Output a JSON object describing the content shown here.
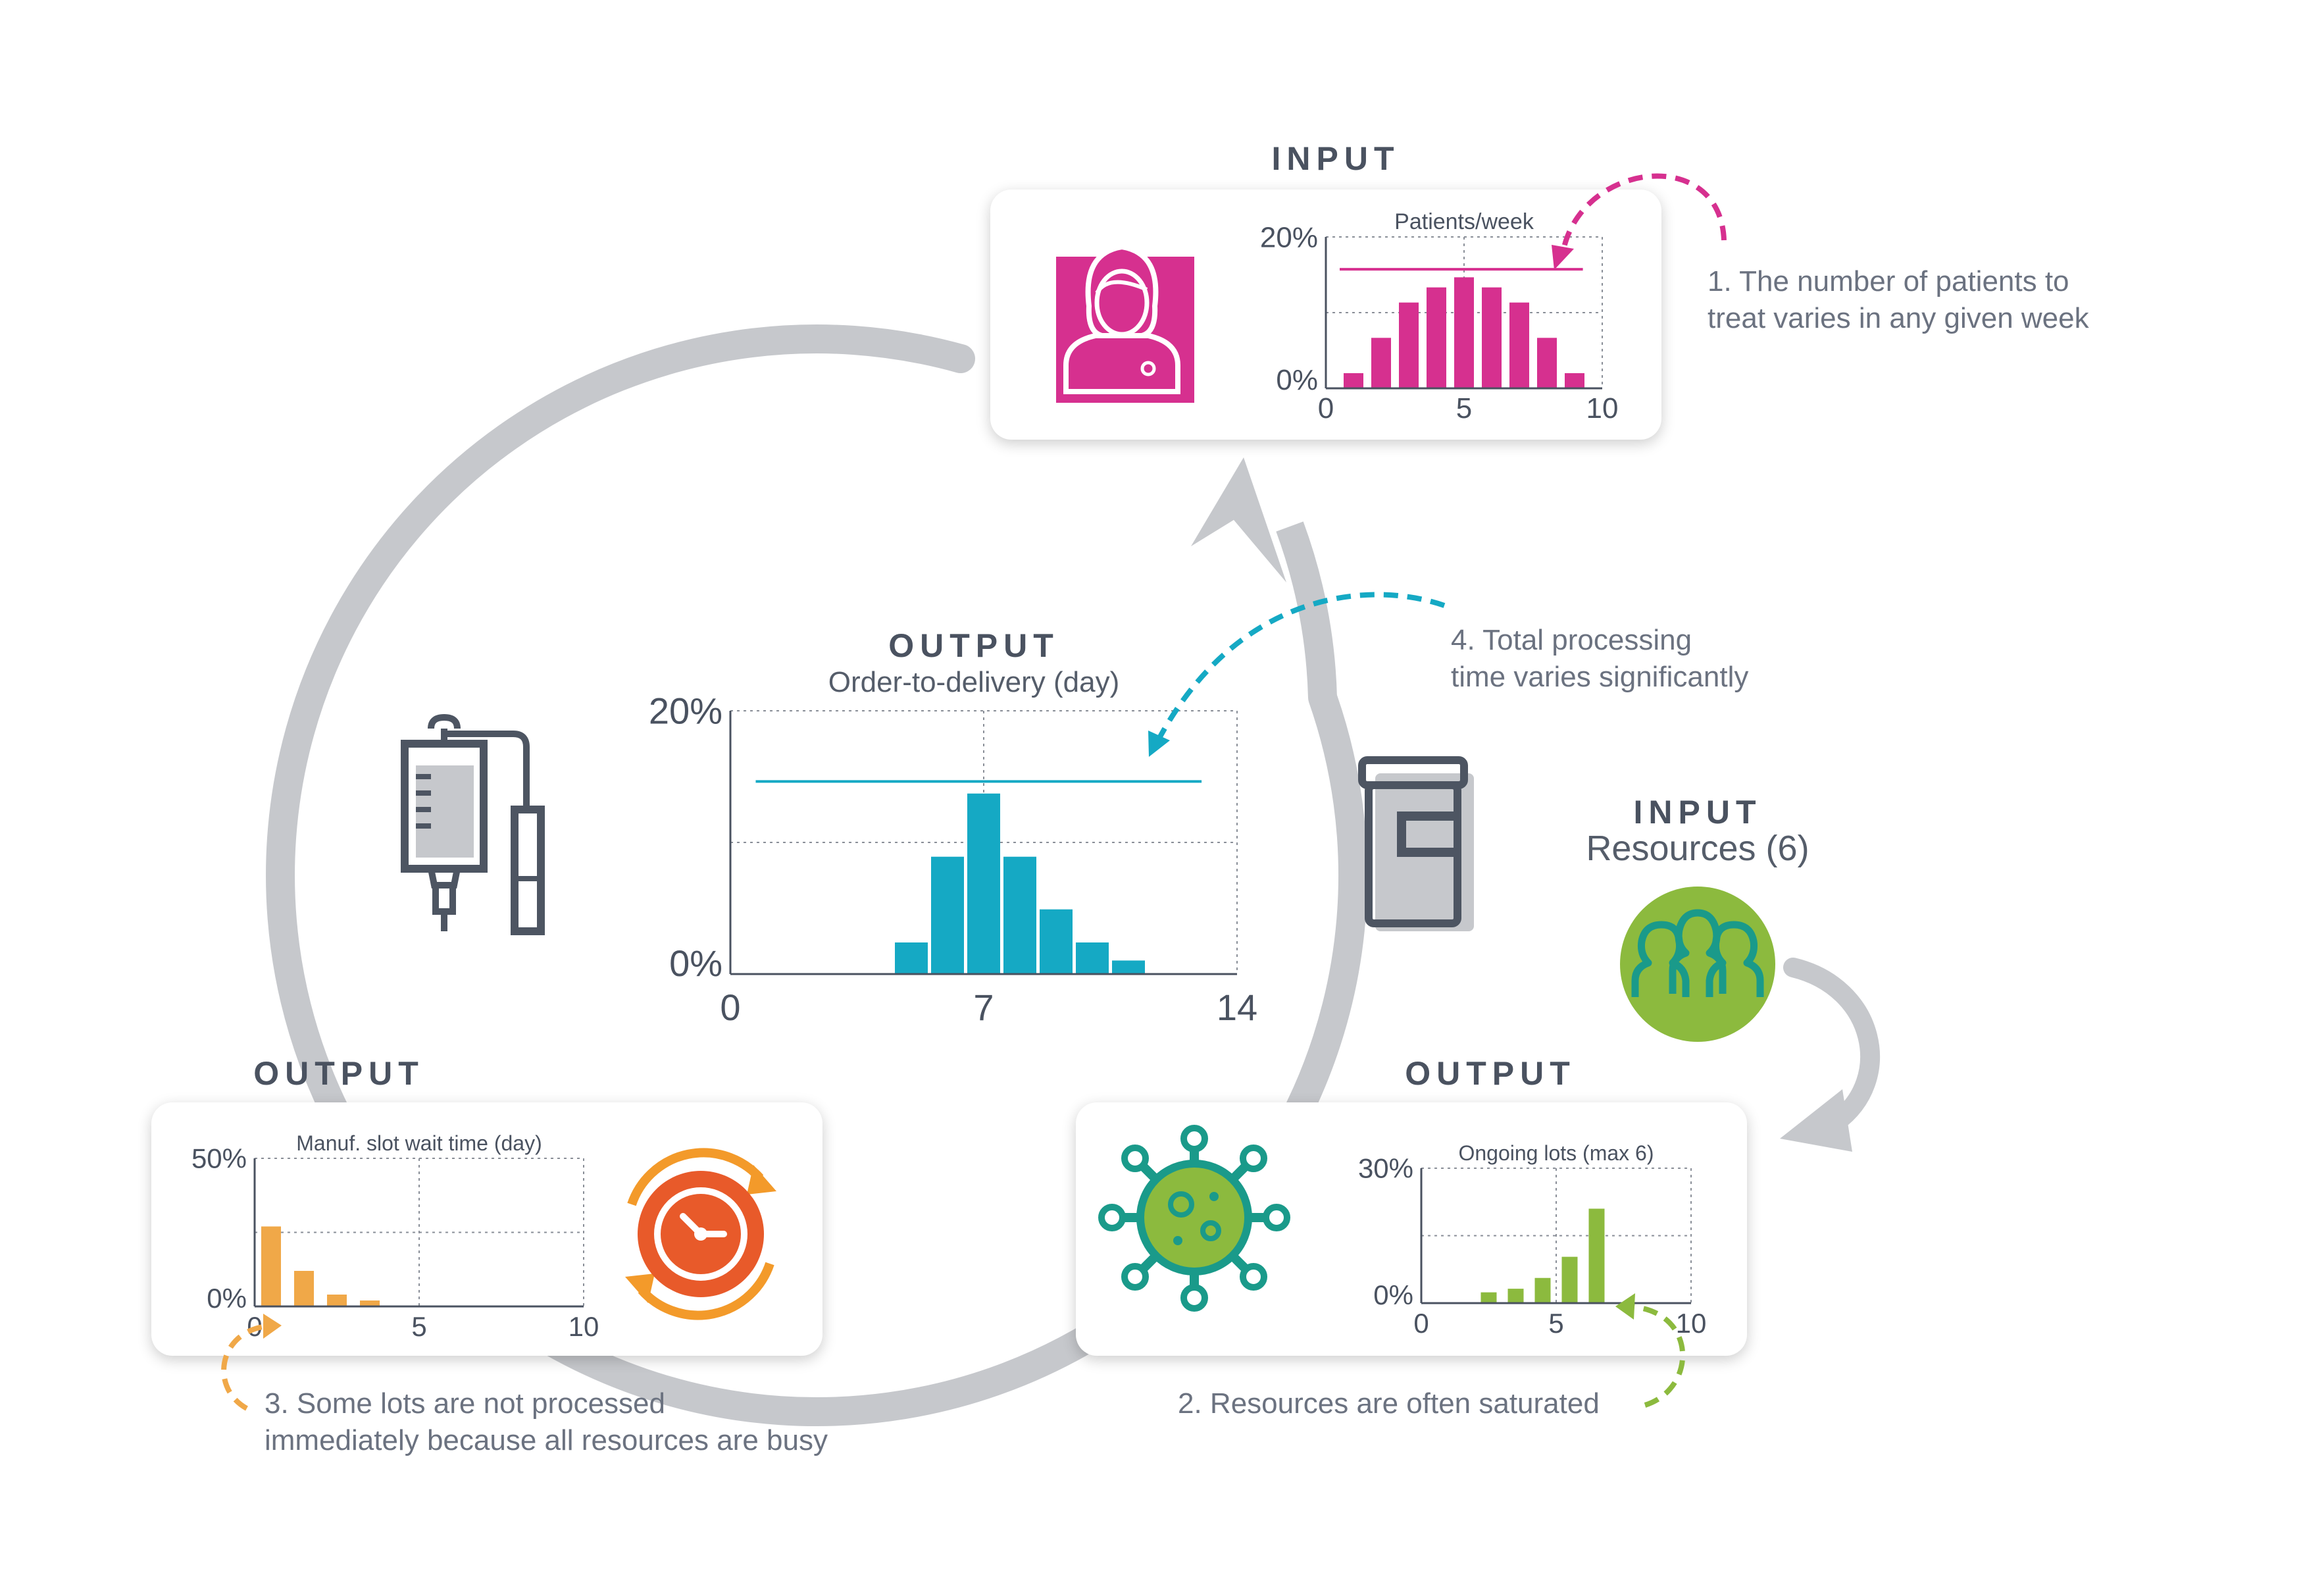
{
  "labels": {
    "input": "INPUT",
    "output": "OUTPUT",
    "resources": "Resources (6)"
  },
  "notes": {
    "patients": [
      "1. The number of patients to",
      "treat varies in any given week"
    ],
    "saturated": [
      "2. Resources are often saturated"
    ],
    "waiting": [
      "3. Some lots are not processed",
      "immediately because all resources are busy"
    ],
    "processing": [
      "4. Total processing",
      "time varies significantly"
    ]
  },
  "colors": {
    "magenta": "#d6308f",
    "teal": "#15a9c4",
    "green": "#8cba3e",
    "orange": "#f0a848",
    "clock_red": "#e85a2a",
    "clock_orange": "#f39a2a",
    "gray_ring": "#c6c8cc",
    "dark_icon": "#4d5562",
    "virus_teal": "#1a9a8a"
  },
  "icons": {
    "patient": "patient-icon",
    "iv_bag": "iv-bag-icon",
    "container": "sample-container-icon",
    "resources": "people-group-icon",
    "virus": "cell-virus-icon",
    "clock": "clock-cycle-icon"
  },
  "chart_data": [
    {
      "id": "patients",
      "type": "bar",
      "title": "Patients/week",
      "x": [
        1,
        2,
        3,
        4,
        5,
        6,
        7,
        8,
        9
      ],
      "values": [
        1.5,
        5,
        8.5,
        10,
        11,
        10,
        8.5,
        5,
        1.5
      ],
      "xlim": [
        0,
        10
      ],
      "ylim": [
        0,
        15
      ],
      "xticks": [
        "0",
        "5",
        "10"
      ],
      "yticks": [
        "0%",
        "20%"
      ],
      "reference_line": 11.8,
      "color": "#d6308f"
    },
    {
      "id": "order-to-delivery",
      "type": "bar",
      "title": "Order-to-delivery (day)",
      "x": [
        5,
        6,
        7,
        8,
        9,
        10,
        11,
        12
      ],
      "values": [
        2.1,
        7.8,
        12.0,
        7.8,
        4.3,
        2.1,
        0.9,
        0
      ],
      "xlim": [
        0,
        14
      ],
      "ylim": [
        0,
        17.5
      ],
      "xticks": [
        "0",
        "7",
        "14"
      ],
      "yticks": [
        "0%",
        "20%"
      ],
      "reference_line": 12.8,
      "color": "#15a9c4"
    },
    {
      "id": "slot-wait",
      "type": "bar",
      "title": "Manuf. slot wait time (day)",
      "x": [
        0.5,
        1.5,
        2.5,
        3.5
      ],
      "values": [
        27,
        12,
        4,
        2
      ],
      "xlim": [
        0,
        10
      ],
      "ylim": [
        0,
        50
      ],
      "xticks": [
        "0",
        "5",
        "10"
      ],
      "yticks": [
        "0%",
        "50%"
      ],
      "reference_line": null,
      "color": "#f0a848"
    },
    {
      "id": "ongoing-lots",
      "type": "bar",
      "title": "Ongoing lots (max 6)",
      "x": [
        2.5,
        3.5,
        4.5,
        5.5,
        6.5
      ],
      "values": [
        2.4,
        3.2,
        5.6,
        10.3,
        21
      ],
      "xlim": [
        0,
        10
      ],
      "ylim": [
        0,
        30
      ],
      "xticks": [
        "0",
        "5",
        "10"
      ],
      "yticks": [
        "0%",
        "30%"
      ],
      "reference_line": null,
      "color": "#8cba3e"
    }
  ]
}
